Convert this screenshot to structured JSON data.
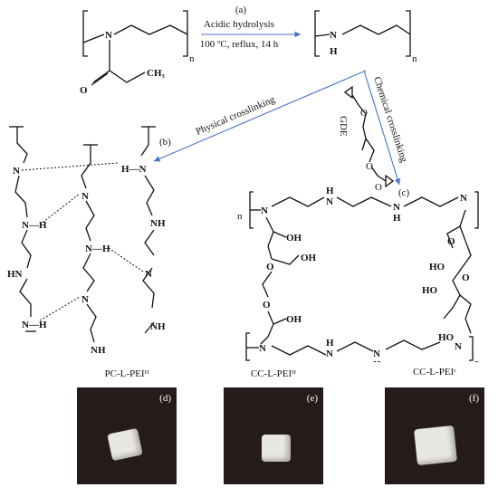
{
  "reaction": {
    "step_label": "(a)",
    "condition_top": "Acidic hydrolysis",
    "condition_bottom": "100 ºC, reflux, 14 h",
    "n": "n"
  },
  "atoms": {
    "N": "N",
    "H": "H",
    "NH": "NH",
    "N_H": "N—H",
    "H_N": "H—N",
    "HN": "HN",
    "O": "O",
    "CH3": "CH₃",
    "OH": "OH",
    "HO": "HO"
  },
  "pathways": {
    "physical": "Physical crosslinking",
    "chemical": "Chemical crosslinking",
    "gde": "GDE",
    "label_b": "(b)",
    "label_c": "(c)"
  },
  "photos": [
    {
      "caption": "PC-L-PEIᴴ",
      "tag": "(d)"
    },
    {
      "caption": "CC-L-PEIᴴ",
      "tag": "(e)"
    },
    {
      "caption": "CC-L-PEIᶜ",
      "tag": "(f)"
    }
  ],
  "colors": {
    "arrow": "#4a72c4",
    "photo_bg": "#241b1a",
    "sample": "#e9e7e4"
  }
}
